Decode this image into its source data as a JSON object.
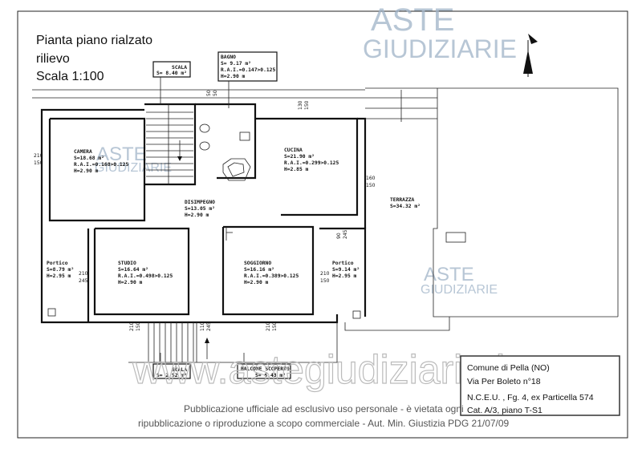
{
  "header": {
    "title": "Pianta piano rialzato",
    "subtitle": "rilievo",
    "scale": "Scala 1:100"
  },
  "watermark": {
    "logo_line1": "ASTE",
    "logo_line2": "GIUDIZIARIE",
    "url": "www.astegiudiziarie.it"
  },
  "rooms": {
    "camera": {
      "name": "CAMERA",
      "s": "S=18.68 m²",
      "rai": "R.A.I.=0.168>0.125",
      "h": "H=2.90 m"
    },
    "cucina": {
      "name": "CUCINA",
      "s": "S=21.90 m²",
      "rai": "R.A.I.=0.299>0.125",
      "h": "H=2.85 m"
    },
    "disimpegno": {
      "name": "DISIMPEGNO",
      "s": "S=13.05 m²",
      "h": "H=2.90 m"
    },
    "studio": {
      "name": "STUDIO",
      "s": "S=16.64 m²",
      "rai": "R.A.I.=0.498>0.125",
      "h": "H=2.90 m"
    },
    "soggiorno": {
      "name": "SOGGIORNO",
      "s": "S=16.16 m²",
      "rai": "R.A.I.=0.389>0.125",
      "h": "H=2.90 m"
    },
    "portico_left": {
      "name": "Portico",
      "s": "S=8.79 m²",
      "h": "H=2.95 m"
    },
    "portico_right": {
      "name": "Portico",
      "s": "S=9.14 m²",
      "h": "H=2.95 m"
    },
    "terrazza": {
      "name": "TERRAZZA",
      "s": "S=34.32 m²"
    },
    "scala_top": {
      "name": "SCALA",
      "s": "S= 8.40 m²"
    },
    "bagno": {
      "name": "BAGNO",
      "s": "S= 9.17 m²",
      "rai": "R.A.I.=0.147>0.125",
      "h": "H=2.90 m"
    },
    "scala_bottom": {
      "name": "SCALA",
      "s": "S= 2.52 m²"
    },
    "balcone": {
      "name": "BALCONE SCOPERTO",
      "s": "S= 6.43 m²"
    }
  },
  "dimensions": {
    "bagno_win_a": "50",
    "bagno_win_b": "50",
    "cucina_win_a": "130",
    "cucina_win_b": "150",
    "camera_win_a": "210",
    "camera_win_b": "150",
    "cucina_side_a": "160",
    "cucina_side_b": "150",
    "cucina_door_a": "90",
    "cucina_door_b": "245",
    "studio_side_a": "210",
    "studio_side_b": "245",
    "studio_bottom_a": "210",
    "studio_bottom_b": "150",
    "entrance_a": "110",
    "entrance_b": "245",
    "soggiorno_side_a": "210",
    "soggiorno_side_b": "150",
    "soggiorno_bottom_a": "210",
    "soggiorno_bottom_b": "150"
  },
  "info_box": {
    "line1": "Comune di Pella (NO)",
    "line2": "Via Per Boleto n°18",
    "line3": "N.C.E.U. , Fg. 4,  ex Particella 574",
    "line4": "Cat. A/3, piano T-S1"
  },
  "footer": {
    "line1": "Pubblicazione ufficiale ad esclusivo uso personale - è vietata ogni",
    "line2": "ripubblicazione o riproduzione a scopo commerciale - Aut. Min. Giustizia PDG 21/07/09"
  }
}
